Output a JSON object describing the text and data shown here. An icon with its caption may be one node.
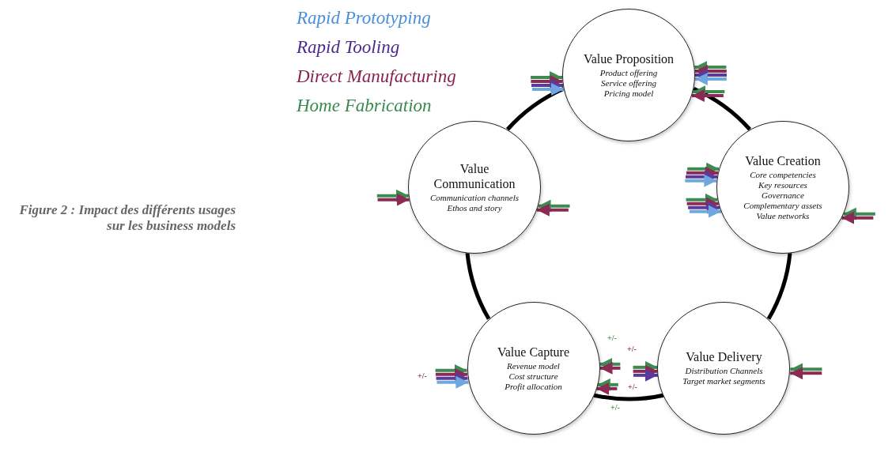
{
  "diagram": {
    "caption": "Figure 2 : Impact des différents usages sur les business models",
    "nodes": [
      {
        "text": [
          "Value Proposition",
          "Product offering",
          "Service offering",
          "Pricing model"
        ]
      },
      {
        "text": [
          "Value Communication",
          "Communication channels",
          "Ethos and story"
        ]
      },
      {
        "text": [
          "Value Creation",
          "Core competencies",
          "Key resources",
          "Governance",
          "Complementary assets",
          "Value networks"
        ]
      },
      {
        "text": [
          "Value Capture",
          "Revenue model",
          "Cost structure",
          "Profit allocation"
        ]
      },
      {
        "text": [
          "Value Delivery",
          "Distribution Channels",
          "Target market segments"
        ]
      }
    ],
    "edges": [
      {
        "from": 0,
        "to": 2,
        "arrow": "none",
        "color": "#000000"
      },
      {
        "from": 2,
        "to": 4,
        "arrow": "none",
        "color": "#000000"
      },
      {
        "from": 4,
        "to": 3,
        "arrow": "none",
        "color": "#000000"
      },
      {
        "from": 3,
        "to": 1,
        "arrow": "none",
        "color": "#000000"
      },
      {
        "from": 1,
        "to": 0,
        "arrow": "none",
        "color": "#000000"
      },
      {
        "from": null,
        "to": 0,
        "arrow": "to",
        "color": "#3d8b50"
      },
      {
        "from": null,
        "to": 0,
        "arrow": "to",
        "color": "#8b2a55"
      },
      {
        "from": null,
        "to": 0,
        "arrow": "to",
        "color": "#5a3a9a"
      },
      {
        "from": null,
        "to": 0,
        "arrow": "to",
        "color": "#6fa8e0"
      },
      {
        "from": null,
        "to": 0,
        "arrow": "to",
        "color": "#3d8b50"
      },
      {
        "from": null,
        "to": 0,
        "arrow": "to",
        "color": "#8b2a55"
      },
      {
        "from": null,
        "to": 0,
        "arrow": "to",
        "color": "#5a3a9a"
      },
      {
        "from": null,
        "to": 0,
        "arrow": "to",
        "color": "#6fa8e0"
      },
      {
        "from": null,
        "to": 0,
        "arrow": "to",
        "color": "#3d8b50"
      },
      {
        "from": null,
        "to": 0,
        "arrow": "to",
        "color": "#8b2a55"
      },
      {
        "from": null,
        "to": 1,
        "arrow": "to",
        "color": "#3d8b50"
      },
      {
        "from": null,
        "to": 1,
        "arrow": "to",
        "color": "#8b2a55"
      },
      {
        "from": null,
        "to": 1,
        "arrow": "to",
        "color": "#3d8b50"
      },
      {
        "from": null,
        "to": 1,
        "arrow": "to",
        "color": "#8b2a55"
      },
      {
        "from": null,
        "to": 2,
        "arrow": "to",
        "color": "#3d8b50"
      },
      {
        "from": null,
        "to": 2,
        "arrow": "to",
        "color": "#8b2a55"
      },
      {
        "from": null,
        "to": 2,
        "arrow": "to",
        "color": "#5a3a9a"
      },
      {
        "from": null,
        "to": 2,
        "arrow": "to",
        "color": "#6fa8e0"
      },
      {
        "from": null,
        "to": 2,
        "arrow": "to",
        "color": "#3d8b50"
      },
      {
        "from": null,
        "to": 2,
        "arrow": "to",
        "color": "#8b2a55"
      },
      {
        "from": null,
        "to": 2,
        "arrow": "to",
        "color": "#5a3a9a"
      },
      {
        "from": null,
        "to": 2,
        "arrow": "to",
        "color": "#6fa8e0"
      },
      {
        "from": null,
        "to": 2,
        "arrow": "to",
        "color": "#3d8b50"
      },
      {
        "from": null,
        "to": 2,
        "arrow": "to",
        "color": "#8b2a55"
      },
      {
        "from": null,
        "to": 3,
        "arrow": "to",
        "color": "#3d8b50"
      },
      {
        "from": null,
        "to": 3,
        "arrow": "to",
        "color": "#8b2a55"
      },
      {
        "from": null,
        "to": 3,
        "arrow": "to",
        "color": "#5a3a9a"
      },
      {
        "from": null,
        "to": 3,
        "arrow": "to",
        "color": "#6fa8e0"
      },
      {
        "from": null,
        "to": 3,
        "arrow": "to",
        "color": "#3d8b50"
      },
      {
        "from": null,
        "to": 3,
        "arrow": "to",
        "color": "#8b2a55"
      },
      {
        "from": null,
        "to": 3,
        "arrow": "to",
        "color": "#3d8b50"
      },
      {
        "from": null,
        "to": 3,
        "arrow": "to",
        "color": "#8b2a55"
      },
      {
        "from": null,
        "to": 4,
        "arrow": "to",
        "color": "#3d8b50"
      },
      {
        "from": null,
        "to": 4,
        "arrow": "to",
        "color": "#8b2a55"
      },
      {
        "from": null,
        "to": 4,
        "arrow": "to",
        "color": "#5a3a9a"
      },
      {
        "from": null,
        "to": 4,
        "arrow": "to",
        "color": "#3d8b50"
      },
      {
        "from": null,
        "to": 4,
        "arrow": "to",
        "color": "#8b2a55"
      }
    ],
    "labels": [
      "+/-",
      "+/-",
      "+/-",
      "+/-",
      "+/-"
    ],
    "legend": [
      {
        "text": "Rapid Prototyping",
        "color": "#4a90d9"
      },
      {
        "text": "Rapid Tooling",
        "color": "#4b2a8c"
      },
      {
        "text": "Direct Manufacturing",
        "color": "#8b2252"
      },
      {
        "text": "Home Fabrication",
        "color": "#3a8a4e"
      }
    ]
  }
}
